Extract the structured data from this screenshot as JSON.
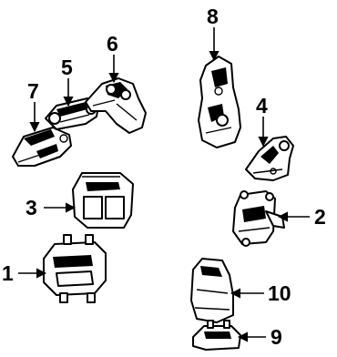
{
  "callouts": {
    "n1": "1",
    "n2": "2",
    "n3": "3",
    "n4": "4",
    "n5": "5",
    "n6": "6",
    "n7": "7",
    "n8": "8",
    "n9": "9",
    "n10": "10"
  },
  "colors": {
    "ink": "#000000",
    "paper": "#ffffff"
  }
}
